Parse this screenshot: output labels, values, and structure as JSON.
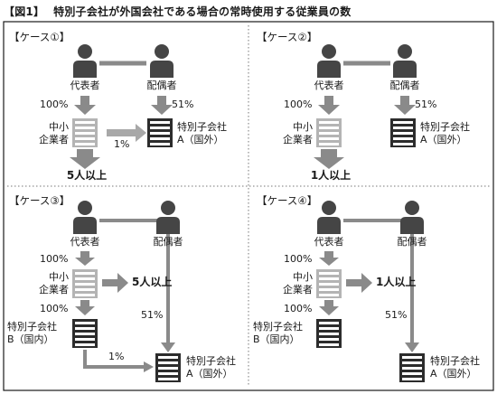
{
  "figure": {
    "label": "【図1】",
    "title": "特別子会社が外国会社である場合の常時使用する従業員の数"
  },
  "cases": [
    {
      "label": "【ケース①】",
      "representative": "代表者",
      "spouse": "配偶者",
      "rep_pct": "100%",
      "spouse_pct": "51%",
      "company": "中小\n企業者",
      "sub_a": "特別子会社\nA（国外）",
      "company_to_a_pct": "1%",
      "result": "5人以上"
    },
    {
      "label": "【ケース②】",
      "representative": "代表者",
      "spouse": "配偶者",
      "rep_pct": "100%",
      "spouse_pct": "51%",
      "company": "中小\n企業者",
      "sub_a": "特別子会社\nA（国外）",
      "result": "1人以上"
    },
    {
      "label": "【ケース③】",
      "representative": "代表者",
      "spouse": "配偶者",
      "rep_pct": "100%",
      "spouse_pct": "51%",
      "company": "中小\n企業者",
      "company_to_b_pct": "100%",
      "sub_b": "特別子会社\nB（国内）",
      "b_to_a_pct": "1%",
      "sub_a": "特別子会社\nA（国外）",
      "result": "5人以上"
    },
    {
      "label": "【ケース④】",
      "representative": "代表者",
      "spouse": "配偶者",
      "rep_pct": "100%",
      "spouse_pct": "51%",
      "company": "中小\n企業者",
      "company_to_b_pct": "100%",
      "sub_b": "特別子会社\nB（国内）",
      "sub_a": "特別子会社\nA（国外）",
      "result": "1人以上"
    }
  ],
  "colors": {
    "person": "#454545",
    "arrow": "#8a8a8a",
    "arrow_light": "#a8a8a8",
    "building_dark": "#2c2c2c",
    "building_light": "#b4b4b4",
    "border": "#1a1a1a"
  },
  "icons": [
    "person-icon",
    "building-icon",
    "arrow-icon"
  ]
}
